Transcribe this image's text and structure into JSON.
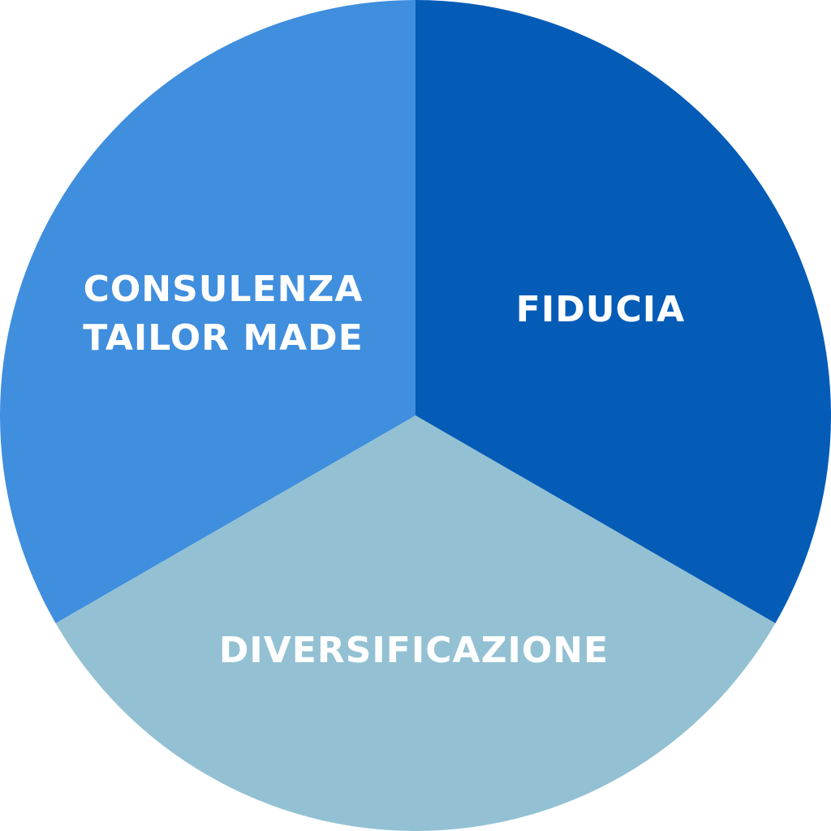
{
  "chart_data": {
    "type": "pie",
    "title": "",
    "start_angle_deg": 0,
    "direction": "clockwise",
    "slices": [
      {
        "label": [
          "FIDUCIA"
        ],
        "value": 33.33,
        "color": "#055CB7"
      },
      {
        "label": [
          "DIVERSIFICAZIONE"
        ],
        "value": 33.33,
        "color": "#93C1D3"
      },
      {
        "label": [
          "CONSULENZA",
          "TAILOR MADE"
        ],
        "value": 33.33,
        "color": "#408EDE"
      }
    ]
  }
}
